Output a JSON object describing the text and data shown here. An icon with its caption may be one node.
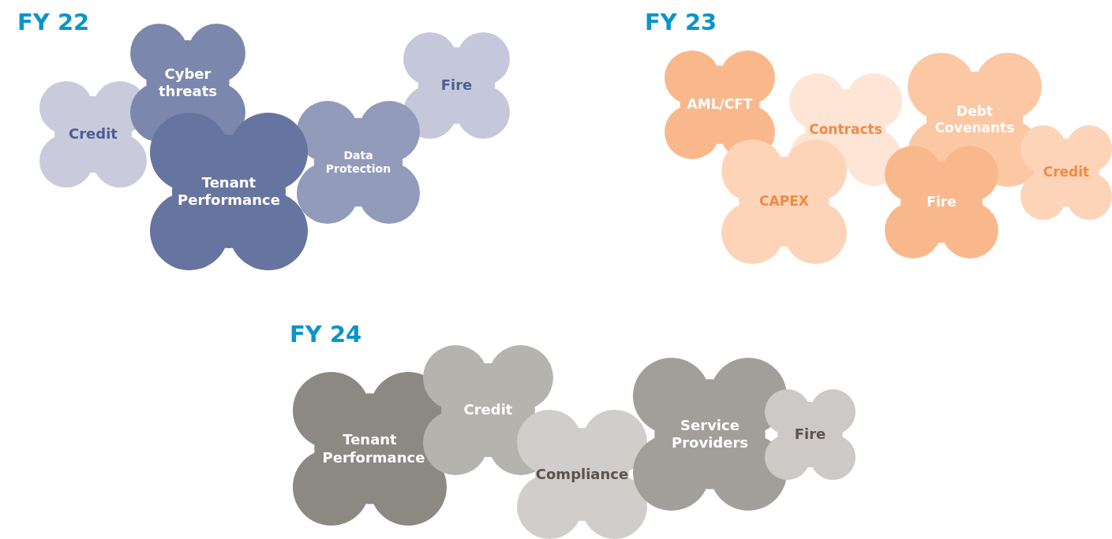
{
  "diagram": {
    "nodes": [
      {
        "text": [
          "Credit"
        ]
      },
      {
        "text": [
          "Cyber threats"
        ]
      },
      {
        "text": [
          "Tenant Performance"
        ]
      },
      {
        "text": [
          "Data Protection"
        ]
      },
      {
        "text": [
          "Fire"
        ]
      },
      {
        "text": [
          "AML/CFT"
        ]
      },
      {
        "text": [
          "Contracts"
        ]
      },
      {
        "text": [
          "CAPEX"
        ]
      },
      {
        "text": [
          "Debt Covenants"
        ]
      },
      {
        "text": [
          "Fire"
        ]
      },
      {
        "text": [
          "Credit"
        ]
      },
      {
        "text": [
          "Tenant Performance"
        ]
      },
      {
        "text": [
          "Credit"
        ]
      },
      {
        "text": [
          "Compliance"
        ]
      },
      {
        "text": [
          "Service Providers"
        ]
      },
      {
        "text": [
          "Fire"
        ]
      }
    ],
    "labels": [
      "FY 22",
      "FY 23",
      "FY 24"
    ]
  }
}
